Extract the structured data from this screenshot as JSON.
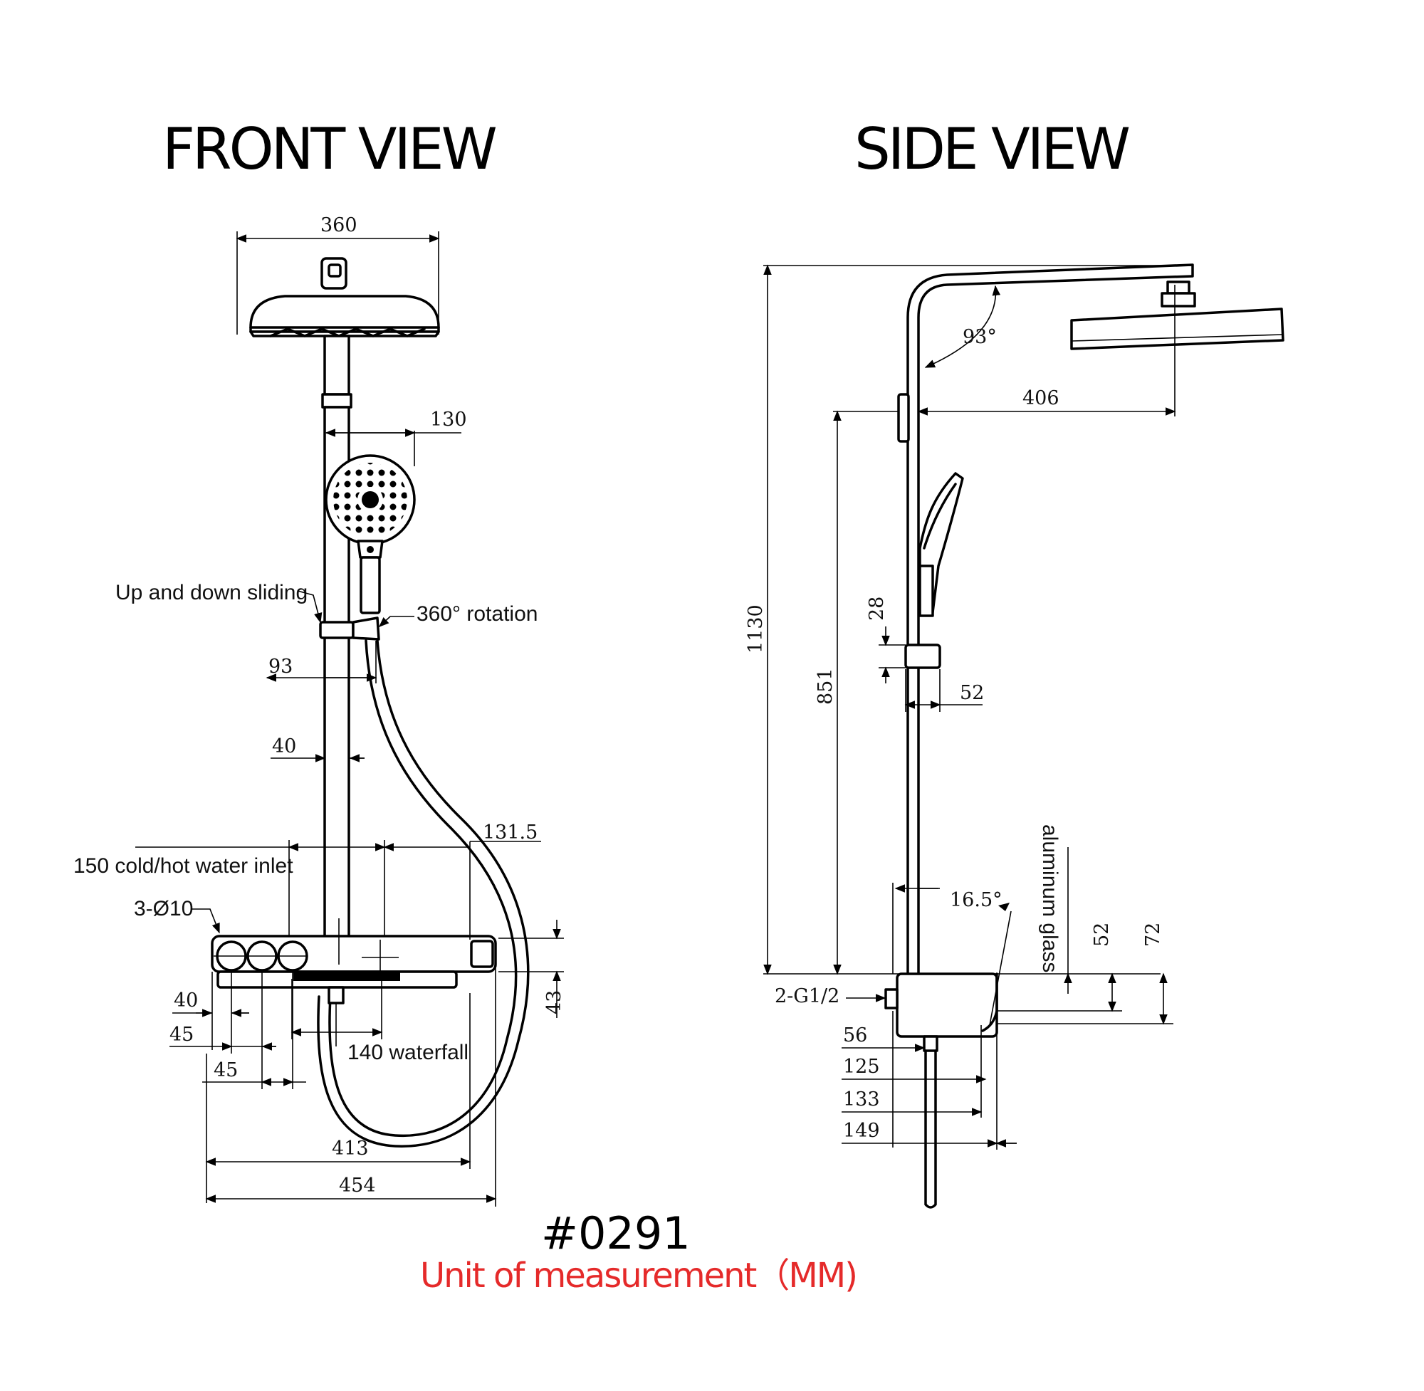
{
  "views": {
    "front_title": "FRONT VIEW",
    "side_title": "SIDE VIEW"
  },
  "front": {
    "labels": {
      "sliding": "Up and down sliding",
      "rotation": "360° rotation",
      "inlet": "150 cold/hot water inlet",
      "holes": "3-Ø10",
      "waterfall": "140 waterfall"
    },
    "dimensions": {
      "head_width": "360",
      "handheld_offset": "130",
      "holder_offset": "93",
      "bar_diameter": "40",
      "outlet_offset": "131.5",
      "knob_edge": "40",
      "knob_pitch_1": "45",
      "knob_pitch_2": "45",
      "shelf_height": "43",
      "shelf_length": "413",
      "total_width": "454"
    }
  },
  "side": {
    "labels": {
      "angle": "93°",
      "material": "aluminum glass",
      "connection": "2-G1/2",
      "shelf_angle": "16.5°"
    },
    "dimensions": {
      "arm_length": "406",
      "total_height": "1130",
      "holder_height": "851",
      "holder_size": "28",
      "holder_depth": "52",
      "body_height_1": "52",
      "body_height_2": "72",
      "depth_1": "56",
      "depth_2": "125",
      "depth_3": "133",
      "depth_4": "149"
    }
  },
  "footer": {
    "model": "#0291",
    "unit_note": "Unit of measurement（MM)"
  },
  "colors": {
    "line": "#000000",
    "unit_note": "#e52a2a"
  }
}
